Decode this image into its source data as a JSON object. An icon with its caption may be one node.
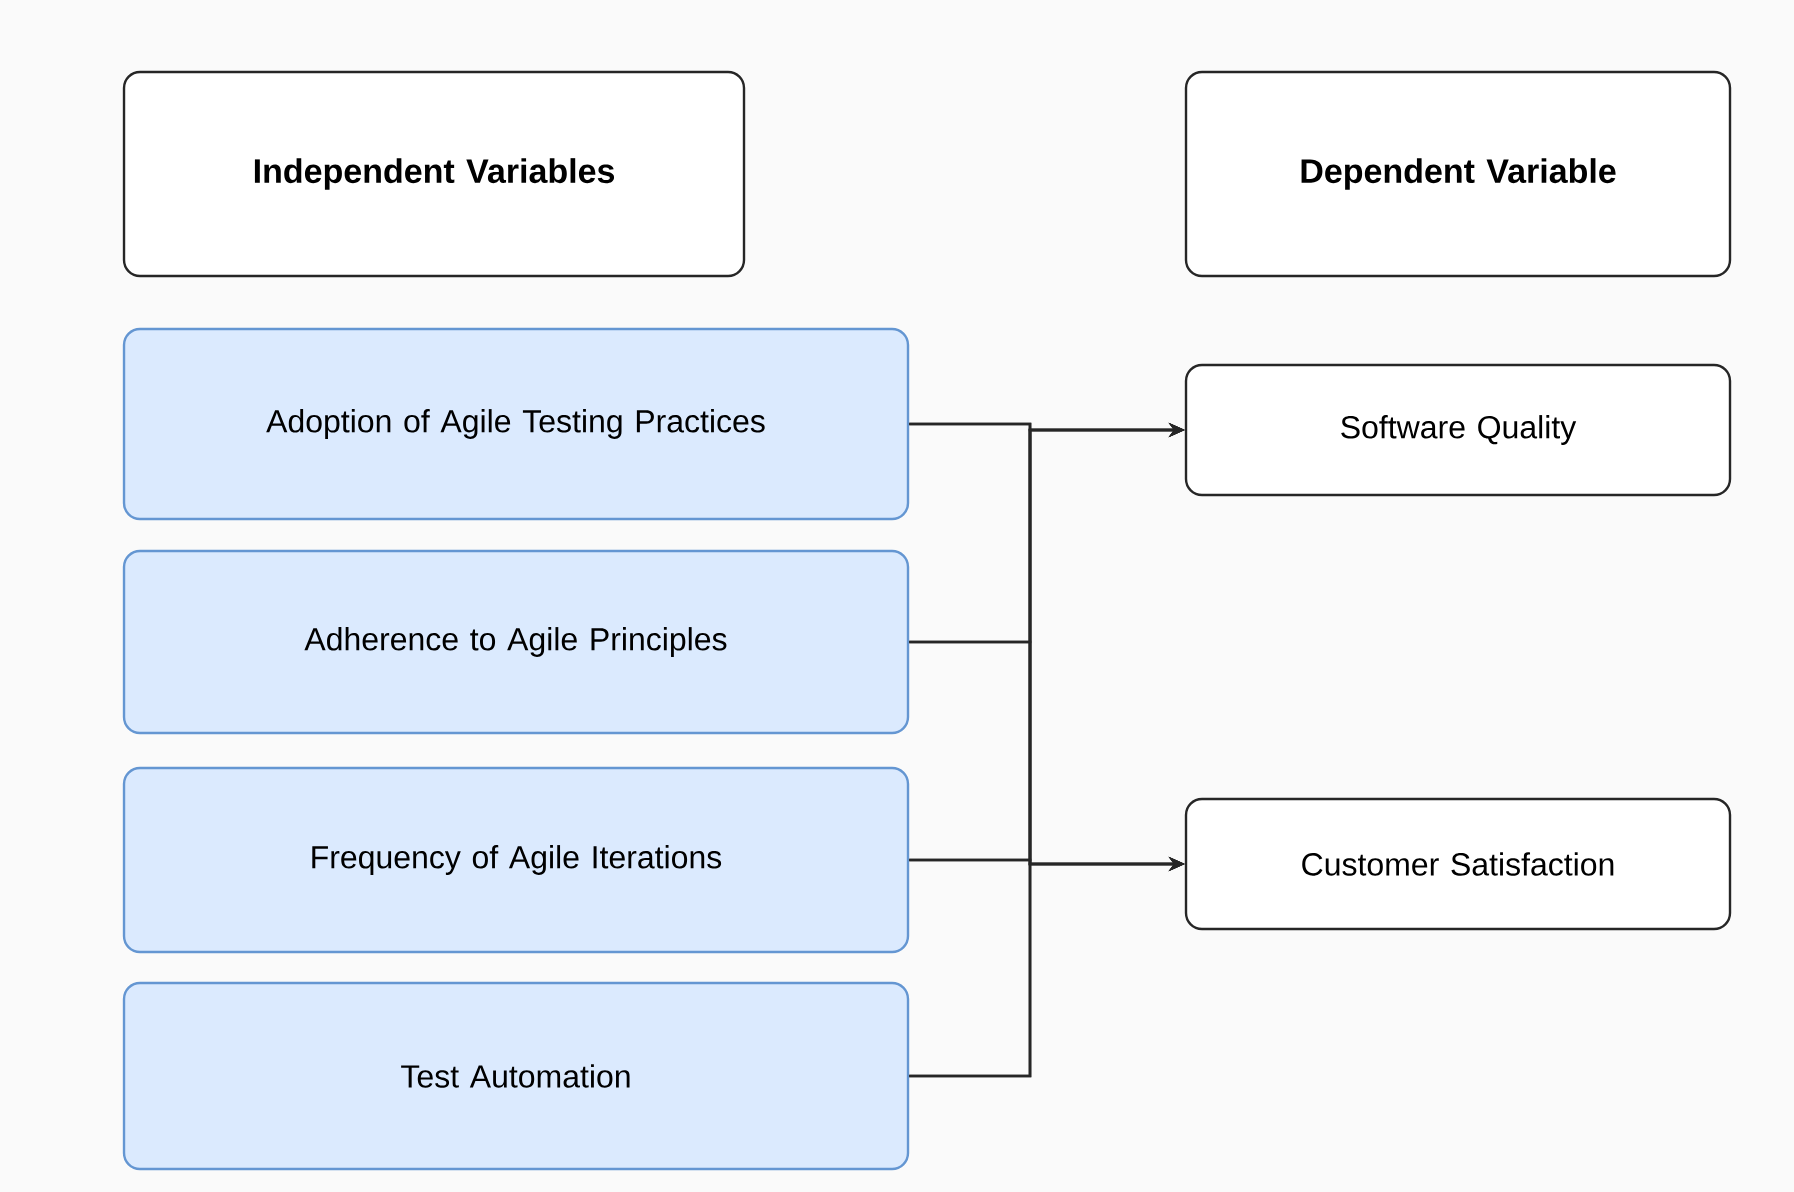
{
  "diagram": {
    "nodes": [
      {
        "text": [
          "Independent Variables"
        ]
      },
      {
        "text": [
          "Dependent Variable"
        ]
      },
      {
        "text": [
          "Adoption of Agile Testing Practices"
        ]
      },
      {
        "text": [
          "Adherence to Agile Principles"
        ]
      },
      {
        "text": [
          "Frequency of Agile Iterations"
        ]
      },
      {
        "text": [
          "Test Automation"
        ]
      },
      {
        "text": [
          "Software Quality"
        ]
      },
      {
        "text": [
          "Customer Satisfaction"
        ]
      }
    ],
    "edges": [
      {
        "from": 2,
        "to": 6,
        "arrow": "to"
      },
      {
        "from": 3,
        "to": 6,
        "arrow": "to"
      },
      {
        "from": 4,
        "to": 6,
        "arrow": "to"
      },
      {
        "from": 5,
        "to": 6,
        "arrow": "to"
      },
      {
        "from": 2,
        "to": 7,
        "arrow": "to"
      },
      {
        "from": 3,
        "to": 7,
        "arrow": "to"
      },
      {
        "from": 4,
        "to": 7,
        "arrow": "to"
      },
      {
        "from": 5,
        "to": 7,
        "arrow": "to"
      }
    ]
  }
}
